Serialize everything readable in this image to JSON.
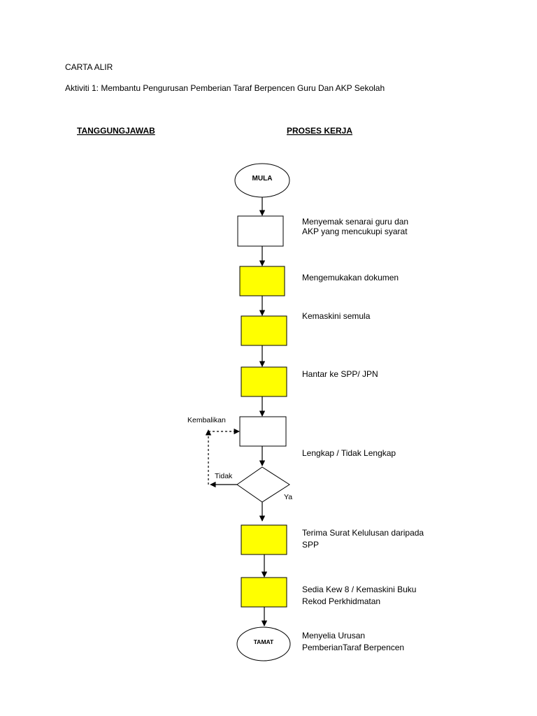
{
  "page_heading": "CARTA ALIR",
  "activity_title": "Aktiviti 1: Membantu Pengurusan Pemberian Taraf Berpencen Guru Dan AKP Sekolah",
  "col_responsibility": "TANGGUNGJAWAB",
  "col_process": "PROSES KERJA",
  "start_label": "MULA",
  "end_label": "TAMAT",
  "steps": [
    {
      "line1": "Menyemak senarai guru dan",
      "line2": "AKP yang mencukupi syarat",
      "fill": "#ffffff"
    },
    {
      "line1": "Mengemukakan dokumen",
      "line2": "",
      "fill": "#ffff00"
    },
    {
      "line1": "Kemaskini semula",
      "line2": "",
      "fill": "#ffff00"
    },
    {
      "line1": "Hantar ke SPP/ JPN",
      "line2": "",
      "fill": "#ffff00"
    },
    {
      "line1": "Lengkap / Tidak Lengkap",
      "line2": "",
      "fill": "#ffffff"
    },
    {
      "line1": "Terima Surat Kelulusan daripada",
      "line2": "SPP",
      "fill": "#ffff00"
    },
    {
      "line1": "Sedia Kew 8  / Kemaskini Buku",
      "line2": "Rekod Perkhidmatan",
      "fill": "#ffff00"
    }
  ],
  "end_desc": {
    "line1": "Menyelia Urusan",
    "line2": "PemberianTaraf Berpencen"
  },
  "decision": {
    "return_label": "Kembalikan",
    "no_label": "Tidak",
    "yes_label": "Ya"
  },
  "colors": {
    "highlight": "#ffff00",
    "stroke": "#000000"
  }
}
